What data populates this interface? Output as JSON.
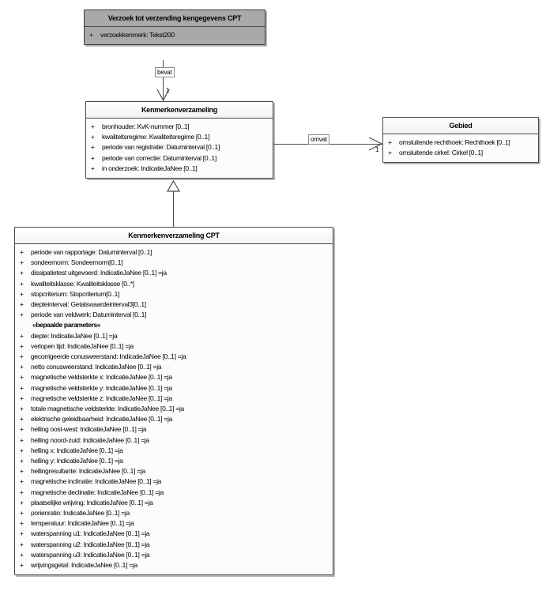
{
  "diagram": {
    "title": "UML class diagram",
    "colors": {
      "shaded_fill": "#a9a9a9",
      "plain_fill": "#fbfbfb",
      "border": "#4a4a4a",
      "text": "#000000"
    }
  },
  "classes": {
    "verzoek": {
      "name": "Verzoek tot verzending kengegevens CPT",
      "attributes": [
        {
          "visibility": "+",
          "text": "verzoekkenmerk: Tekst200"
        }
      ]
    },
    "kenmerkenverzameling": {
      "name": "Kenmerkenverzameling",
      "attributes": [
        {
          "visibility": "+",
          "text": "bronhouder: KvK-nummer [0..1]"
        },
        {
          "visibility": "+",
          "text": "kwaliteitsregime: Kwaliteitsregime [0..1]"
        },
        {
          "visibility": "+",
          "text": "periode van registratie: Datuminterval [0..1]"
        },
        {
          "visibility": "+",
          "text": "periode van correctie: Datuminterval [0..1]"
        },
        {
          "visibility": "+",
          "text": "in onderzoek: IndicatieJaNee [0..1]"
        }
      ]
    },
    "gebied": {
      "name": "Gebied",
      "attributes": [
        {
          "visibility": "+",
          "text": "omsluitende rechthoek: Rechthoek [0..1]"
        },
        {
          "visibility": "+",
          "text": "omsluitende cirkel: Cirkel [0..1]"
        }
      ]
    },
    "kenmerkenverzameling_cpt": {
      "name": "Kenmerkenverzameling CPT",
      "attributes": [
        {
          "visibility": "+",
          "text": "periode van rapportage: Datuminterval [0..1]"
        },
        {
          "visibility": "+",
          "text": "sondeernorm: Sondeernorm[0..1]"
        },
        {
          "visibility": "+",
          "text": "dissipatietest uitgevoerd: IndicatieJaNee [0..1] =ja"
        },
        {
          "visibility": "+",
          "text": "kwaliteitsklasse: Kwaliteitsklasse [0..*]"
        },
        {
          "visibility": "+",
          "text": "stopcriterium: Stopcriterium[0..1]"
        },
        {
          "visibility": "+",
          "text": "diepteinterval: Getalswaardeinterval3[0..1]"
        },
        {
          "visibility": "+",
          "text": "periode van veldwerk: Datuminterval [0..1]"
        },
        {
          "visibility": "",
          "text": "«bepaalde parameters»",
          "stereotype": true
        },
        {
          "visibility": "+",
          "text": "diepte: IndicatieJaNee [0..1] =ja"
        },
        {
          "visibility": "+",
          "text": "verlopen tijd: IndicatieJaNee [0..1] =ja"
        },
        {
          "visibility": "+",
          "text": "gecorrigeerde conusweerstand: IndicatieJaNee [0..1] =ja"
        },
        {
          "visibility": "+",
          "text": "netto conusweerstand: IndicatieJaNee [0..1] =ja"
        },
        {
          "visibility": "+",
          "text": "magnetische veldsterkte x: IndicatieJaNee [0..1] =ja"
        },
        {
          "visibility": "+",
          "text": "magnetische veldsterkte y: IndicatieJaNee [0..1] =ja"
        },
        {
          "visibility": "+",
          "text": "magnetische veldsterkte z: IndicatieJaNee [0..1] =ja"
        },
        {
          "visibility": "+",
          "text": "totale magnetische veldsterkte: IndicatieJaNee [0..1] =ja"
        },
        {
          "visibility": "+",
          "text": "elektrische geleidbaarheid: IndicatieJaNee [0..1] =ja"
        },
        {
          "visibility": "+",
          "text": "helling oost-west: IndicatieJaNee [0..1] =ja"
        },
        {
          "visibility": "+",
          "text": "helling noord-zuid: IndicatieJaNee [0..1] =ja"
        },
        {
          "visibility": "+",
          "text": "helling x: IndicatieJaNee [0..1] =ja"
        },
        {
          "visibility": "+",
          "text": "helling y: IndicatieJaNee [0..1] =ja"
        },
        {
          "visibility": "+",
          "text": "hellingresultante: IndicatieJaNee [0..1] =ja"
        },
        {
          "visibility": "+",
          "text": "magnetische inclinatie: IndicatieJaNee [0..1] =ja"
        },
        {
          "visibility": "+",
          "text": "magnetische declinatie: IndicatieJaNee [0..1] =ja"
        },
        {
          "visibility": "+",
          "text": "plaatselijke wrijving: IndicatieJaNee [0..1] =ja"
        },
        {
          "visibility": "+",
          "text": "porienratio: IndicatieJaNee [0..1] =ja"
        },
        {
          "visibility": "+",
          "text": "temperatuur: IndicatieJaNee [0..1] =ja"
        },
        {
          "visibility": "+",
          "text": "waterspanning u1: IndicatieJaNee [0..1] =ja"
        },
        {
          "visibility": "+",
          "text": "waterspanning u2: IndicatieJaNee [0..1] =ja"
        },
        {
          "visibility": "+",
          "text": "waterspanning u3: IndicatieJaNee [0..1] =ja"
        },
        {
          "visibility": "+",
          "text": "wrijvingsgetal: IndicatieJaNee [0..1] =ja"
        }
      ]
    }
  },
  "relationships": {
    "bevat": {
      "label": "bevat",
      "source": "Verzoek tot verzending kengegevens CPT",
      "target": "Kenmerkenverzameling",
      "target_multiplicity": "1",
      "kind": "directed-association"
    },
    "omvat": {
      "label": "omvat",
      "source": "Kenmerkenverzameling",
      "target": "Gebied",
      "target_multiplicity": "1",
      "kind": "directed-association"
    },
    "generalization": {
      "label": "",
      "source": "Kenmerkenverzameling CPT",
      "target": "Kenmerkenverzameling",
      "kind": "generalization"
    }
  }
}
